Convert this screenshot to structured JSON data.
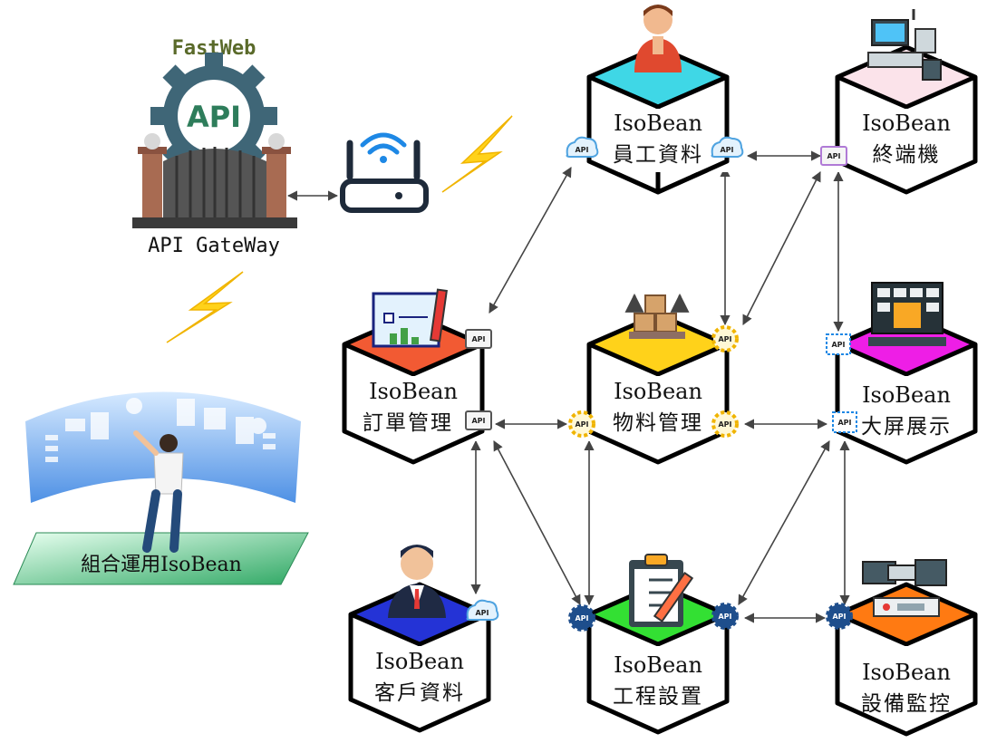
{
  "gateway": {
    "brand": "FastWeb",
    "badge": "API",
    "label": "API GateWay"
  },
  "user_panel": {
    "label": "組合運用IsoBean"
  },
  "nodes": [
    {
      "id": "employee",
      "title": "IsoBean",
      "subtitle": "員工資料",
      "top_color": "#3fd7e6",
      "icon": "employee-avatar-icon"
    },
    {
      "id": "terminal",
      "title": "IsoBean",
      "subtitle": "終端機",
      "top_color": "#fbe3ea",
      "icon": "pos-terminal-icon"
    },
    {
      "id": "order",
      "title": "IsoBean",
      "subtitle": "訂單管理",
      "top_color": "#f25a33",
      "icon": "order-blueprint-icon"
    },
    {
      "id": "material",
      "title": "IsoBean",
      "subtitle": "物料管理",
      "top_color": "#ffd21a",
      "icon": "material-boxes-icon"
    },
    {
      "id": "display",
      "title": "IsoBean",
      "subtitle": "大屏展示",
      "top_color": "#ee1ee6",
      "icon": "big-screen-icon"
    },
    {
      "id": "customer",
      "title": "IsoBean",
      "subtitle": "客戶資料",
      "top_color": "#2433d6",
      "icon": "customer-avatar-icon"
    },
    {
      "id": "engineering",
      "title": "IsoBean",
      "subtitle": "工程設置",
      "top_color": "#33e033",
      "icon": "clipboard-icon"
    },
    {
      "id": "equipment",
      "title": "IsoBean",
      "subtitle": "設備監控",
      "top_color": "#ff7a12",
      "icon": "control-equipment-icon"
    }
  ],
  "api_badge_label": "API",
  "colors": {
    "lightning": "#ffd21a",
    "router": "#1e2a3a",
    "wifi": "#1e88e5",
    "gear": "#3f6677",
    "gate": "#555555",
    "pillar": "#a86b52",
    "platform": "#3cb371"
  }
}
